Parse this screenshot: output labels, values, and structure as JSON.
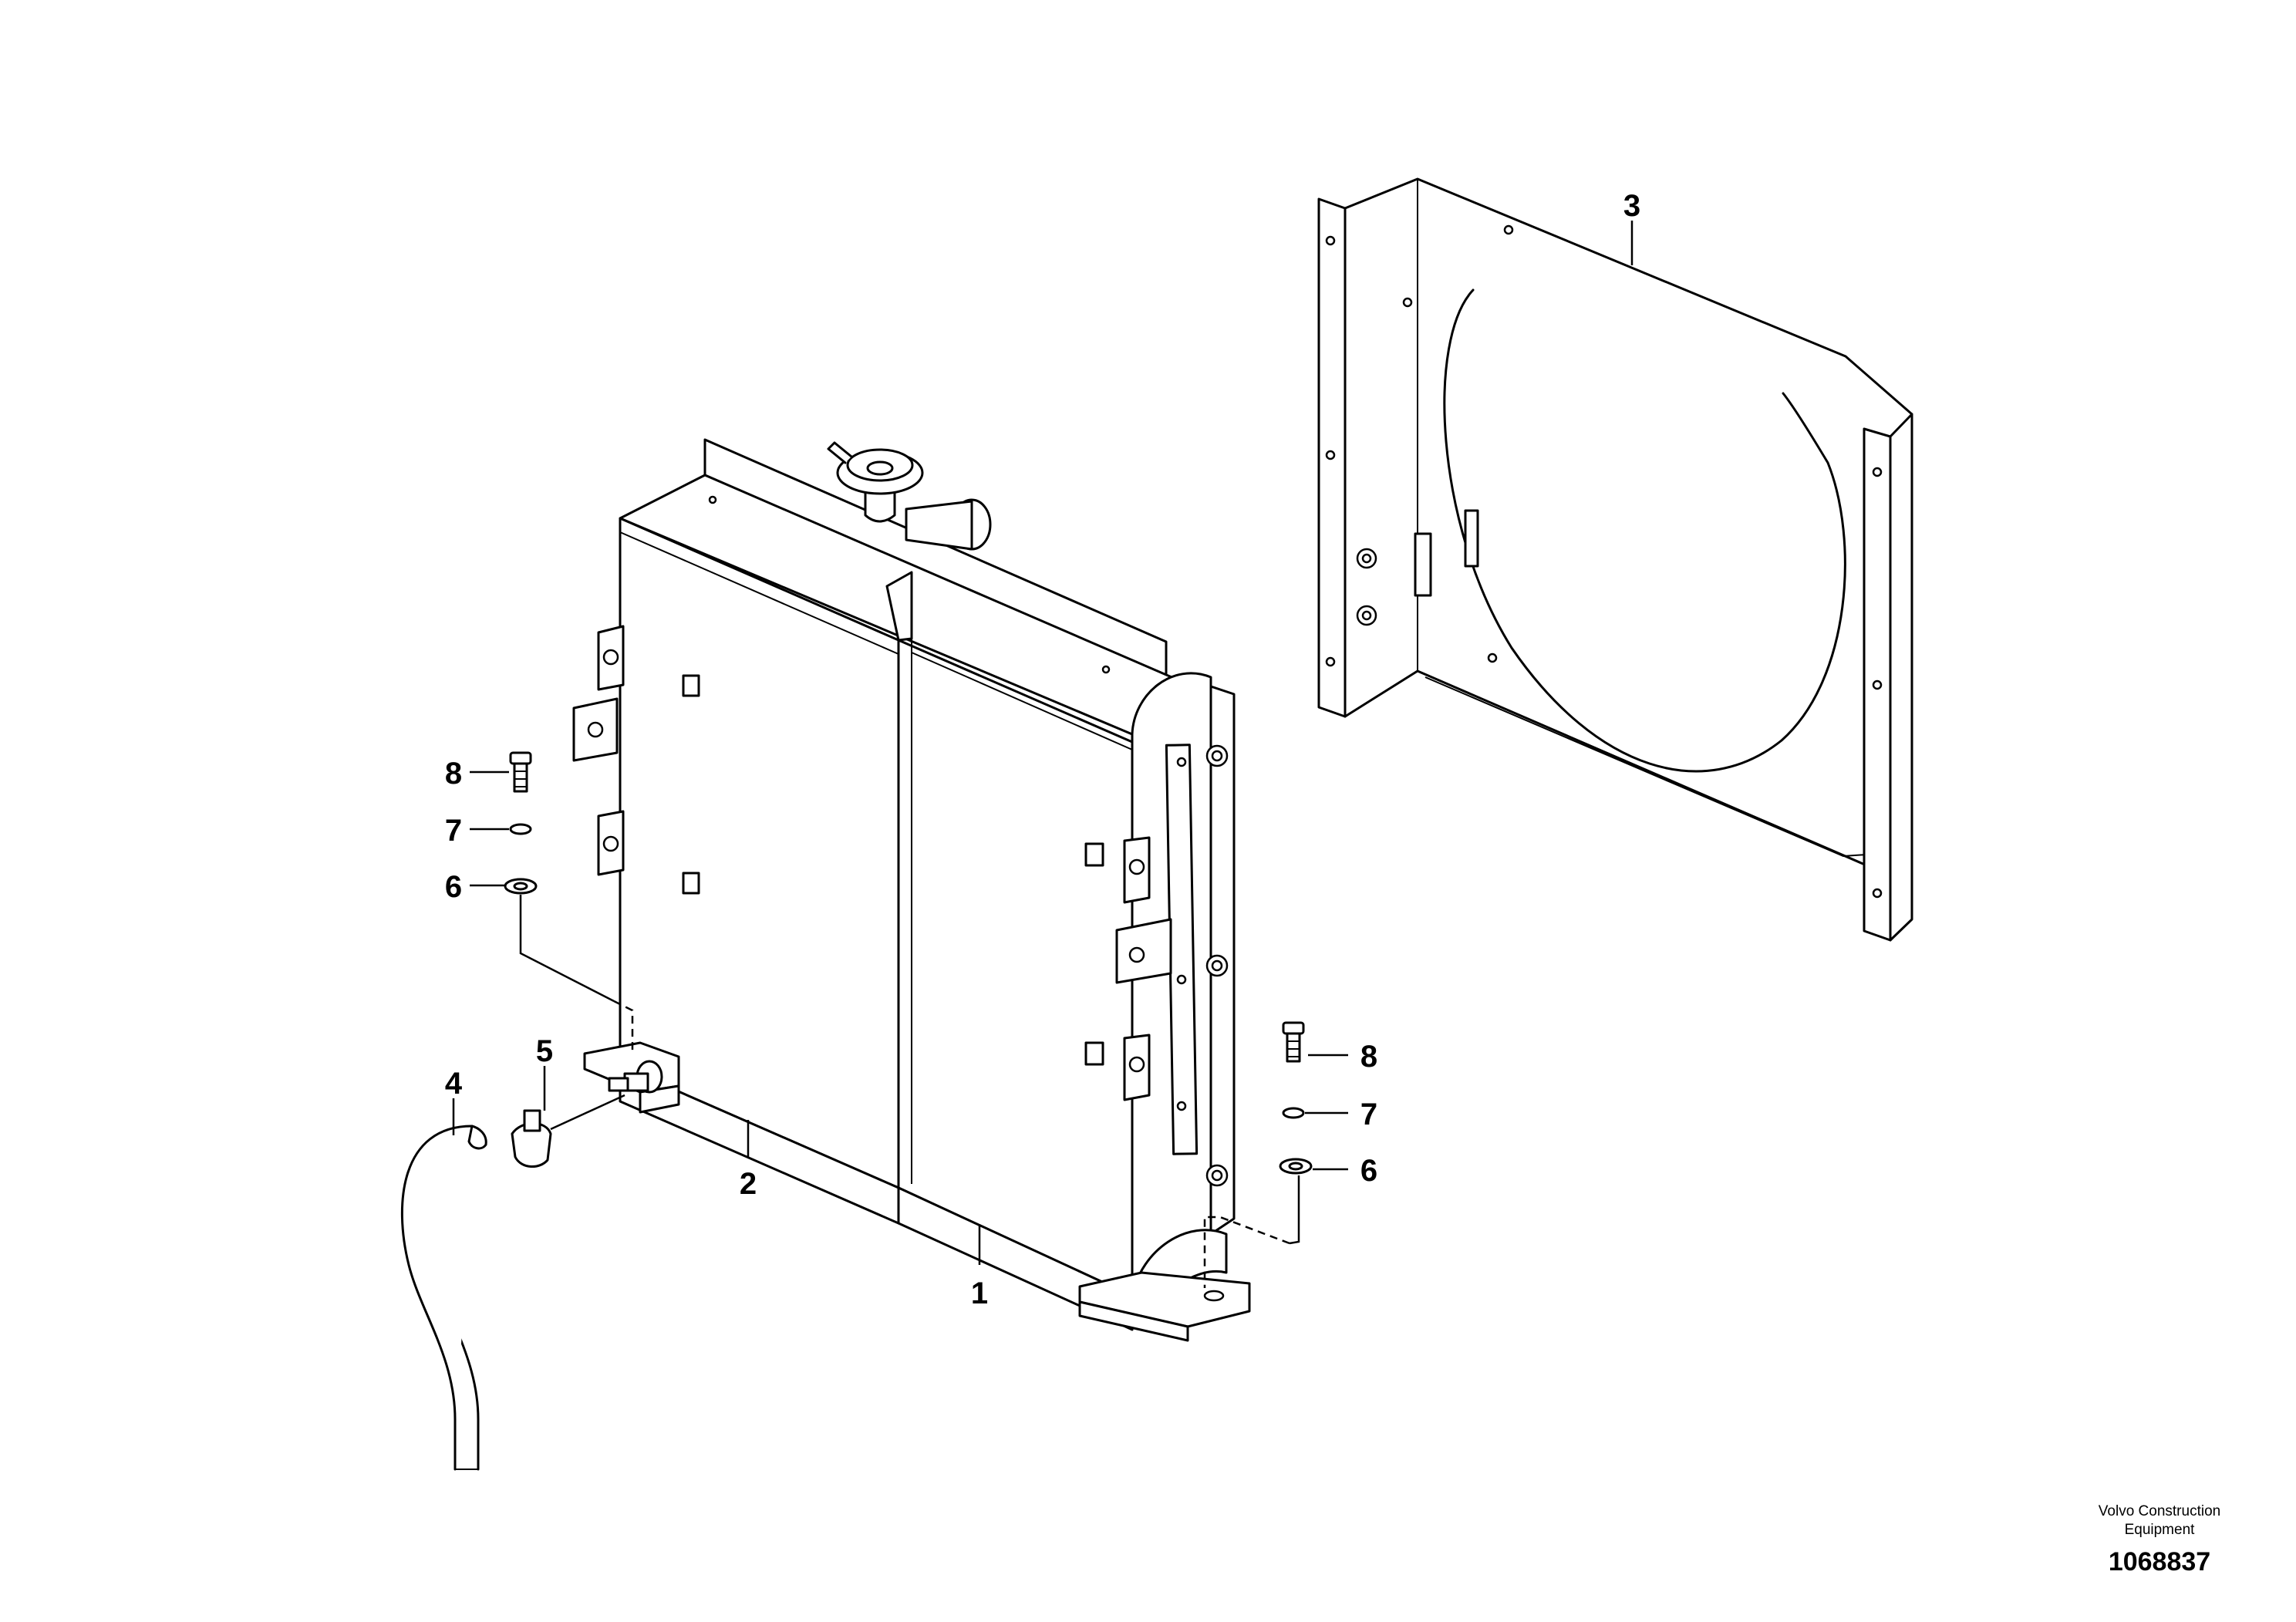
{
  "callouts": {
    "c1": "1",
    "c2": "2",
    "c3": "3",
    "c4": "4",
    "c5": "5",
    "c6a": "6",
    "c7a": "7",
    "c8a": "8",
    "c6b": "6",
    "c7b": "7",
    "c8b": "8"
  },
  "footer": {
    "brand_line1": "Volvo Construction",
    "brand_line2": "Equipment",
    "document_number": "1068837"
  }
}
